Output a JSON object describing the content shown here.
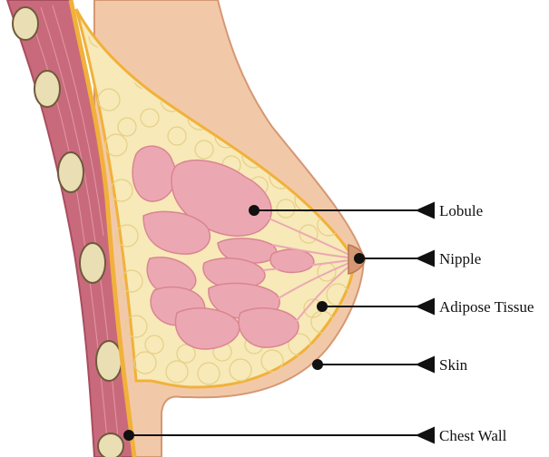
{
  "labels": {
    "lobule": "Lobule",
    "nipple": "Nipple",
    "adipose": "Adipose Tissue",
    "skin": "Skin",
    "chest_wall": "Chest Wall"
  },
  "colors": {
    "skin_outer": "#f2c9a8",
    "skin_edge": "#d59873",
    "muscle": "#c96a7c",
    "muscle_dark": "#a84e60",
    "fascia": "#f1b13a",
    "fat": "#f7e9b8",
    "fat_line": "#e6cf86",
    "lobule": "#eca8b2",
    "lobule_edge": "#d98592",
    "rib": "#eadfb4",
    "rib_edge": "#6e5a3a",
    "leader": "#111111"
  }
}
